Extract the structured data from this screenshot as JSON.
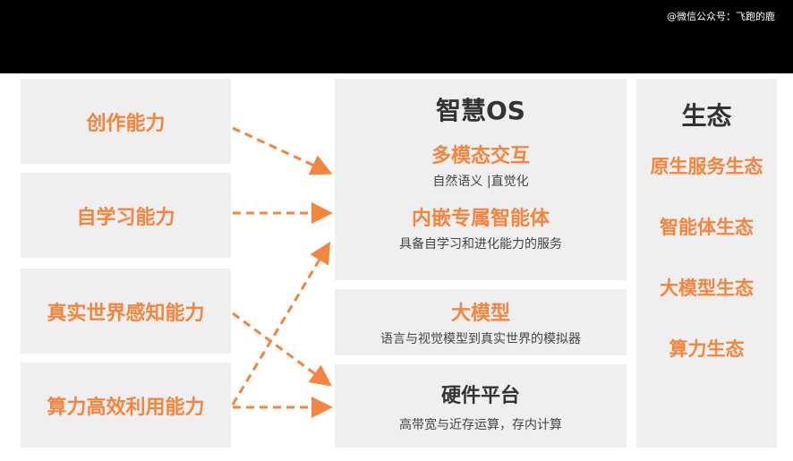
{
  "watermark": "@微信公众号：飞跑的鹿",
  "capabilities": [
    "创作能力",
    "自学习能力",
    "真实世界感知能力",
    "算力高效利用能力"
  ],
  "os": {
    "title": "智慧OS",
    "items": [
      {
        "title": "多模态交互",
        "sub": "自然语义 |直觉化"
      },
      {
        "title": "内嵌专属智能体",
        "sub": "具备自学习和进化能力的服务"
      }
    ]
  },
  "model": {
    "title": "大模型",
    "sub": "语言与视觉模型到真实世界的模拟器"
  },
  "hardware": {
    "title": "硬件平台",
    "sub": "高带宽与近存运算，存内计算"
  },
  "ecosystem": {
    "title": "生态",
    "items": [
      "原生服务生态",
      "智能体生态",
      "大模型生态",
      "算力生态"
    ]
  },
  "colors": {
    "accent": "#f5843c",
    "box": "#efefef"
  }
}
